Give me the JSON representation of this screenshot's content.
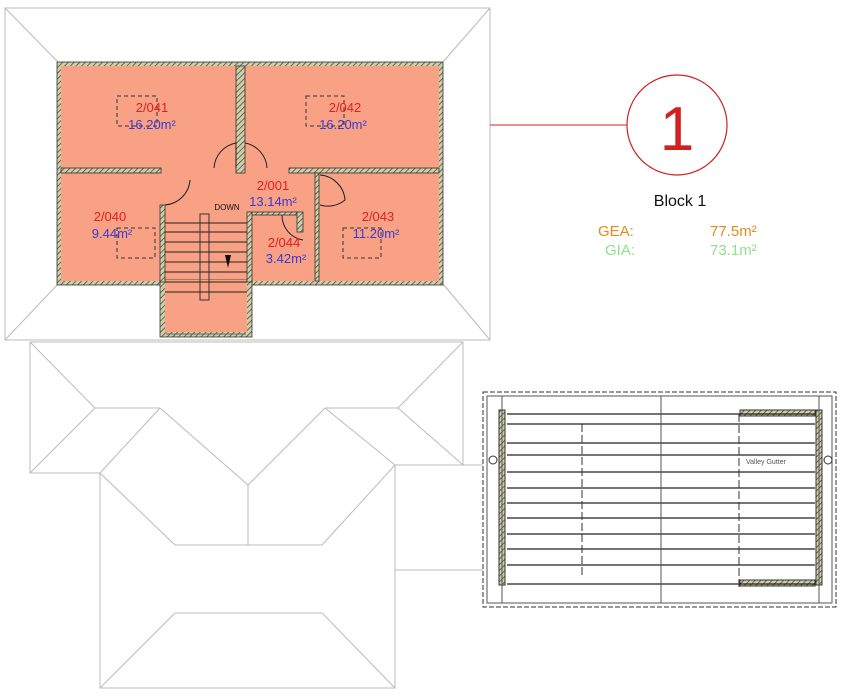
{
  "rooms": [
    {
      "id": "2/041",
      "area": "16.20m²"
    },
    {
      "id": "2/042",
      "area": "16.20m²"
    },
    {
      "id": "2/001",
      "area": "13.14m²"
    },
    {
      "id": "2/040",
      "area": "9.44m²"
    },
    {
      "id": "2/044",
      "area": "3.42m²"
    },
    {
      "id": "2/043",
      "area": "11.20m²"
    }
  ],
  "stair_label": "DOWN",
  "block": {
    "number": "1",
    "name": "Block 1",
    "gea_label": "GEA:",
    "gea_value": "77.5m²",
    "gia_label": "GIA:",
    "gia_value": "73.1m²"
  },
  "roof_plan": {
    "valley_label": "Valley Gutter"
  },
  "colors": {
    "room_fill": "#f8a184",
    "label_red": "#e02020",
    "area_blue": "#3a3ad0",
    "gea": "#e8891f",
    "gia": "#8fe08f"
  }
}
